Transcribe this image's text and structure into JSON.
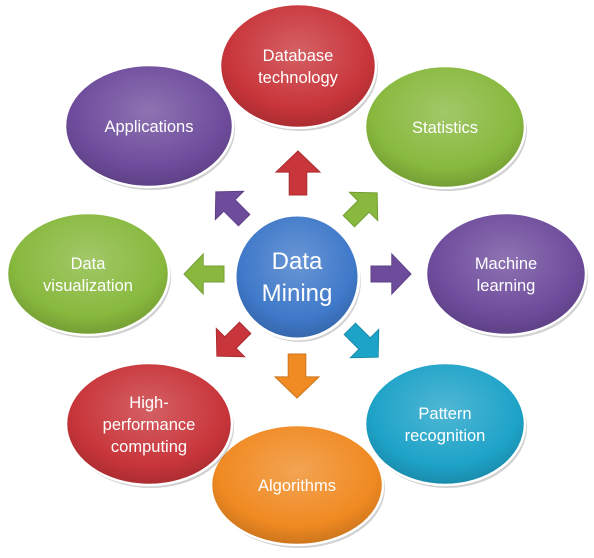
{
  "center": {
    "lines": [
      "Data",
      "Mining"
    ],
    "color": "#3f79c9"
  },
  "nodes": [
    {
      "id": "database-technology",
      "lines": [
        "Database",
        "technology"
      ],
      "color": "#c8353a"
    },
    {
      "id": "statistics",
      "lines": [
        "Statistics"
      ],
      "color": "#88b93e"
    },
    {
      "id": "machine-learning",
      "lines": [
        "Machine",
        "learning"
      ],
      "color": "#6e4c9c"
    },
    {
      "id": "pattern-recognition",
      "lines": [
        "Pattern",
        "recognition"
      ],
      "color": "#1ea3c8"
    },
    {
      "id": "algorithms",
      "lines": [
        "Algorithms"
      ],
      "color": "#f08a22"
    },
    {
      "id": "high-performance-computing",
      "lines": [
        "High-",
        "performance",
        "computing"
      ],
      "color": "#c8353a"
    },
    {
      "id": "data-visualization",
      "lines": [
        "Data",
        "visualization"
      ],
      "color": "#88b93e"
    },
    {
      "id": "applications",
      "lines": [
        "Applications"
      ],
      "color": "#6e4c9c"
    }
  ]
}
